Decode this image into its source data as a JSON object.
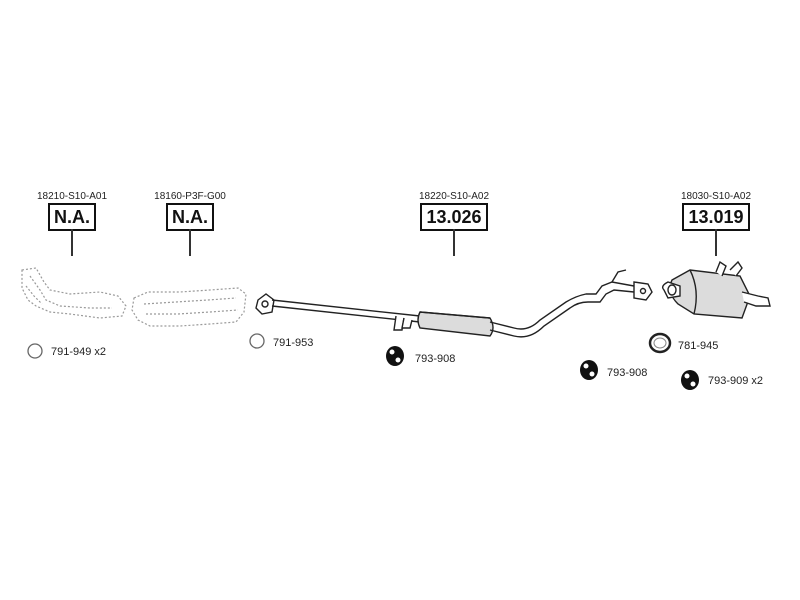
{
  "parts": [
    {
      "id": "downpipe",
      "part_number": "18210-S10-A01",
      "ref": "N.A."
    },
    {
      "id": "catalyst",
      "part_number": "18160-P3F-G00",
      "ref": "N.A."
    },
    {
      "id": "center-pipe",
      "part_number": "18220-S10-A02",
      "ref": "13.026"
    },
    {
      "id": "rear-muffler",
      "part_number": "18030-S10-A02",
      "ref": "13.019"
    }
  ],
  "accessories": [
    {
      "id": "gasket-1",
      "code": "791-949 x2",
      "icon": "gasket-ring-icon"
    },
    {
      "id": "gasket-2",
      "code": "791-953",
      "icon": "gasket-ring-icon"
    },
    {
      "id": "hanger-1",
      "code": "793-908",
      "icon": "rubber-hanger-icon"
    },
    {
      "id": "hanger-2",
      "code": "793-908",
      "icon": "rubber-hanger-icon"
    },
    {
      "id": "seal-ring",
      "code": "781-945",
      "icon": "seal-ring-icon"
    },
    {
      "id": "hanger-3",
      "code": "793-909 x2",
      "icon": "rubber-hanger-icon"
    }
  ],
  "colors": {
    "ink": "#111111",
    "line": "#333333",
    "ghost": "#9a9a9a",
    "pipe_fill": "#dcdcdc"
  }
}
